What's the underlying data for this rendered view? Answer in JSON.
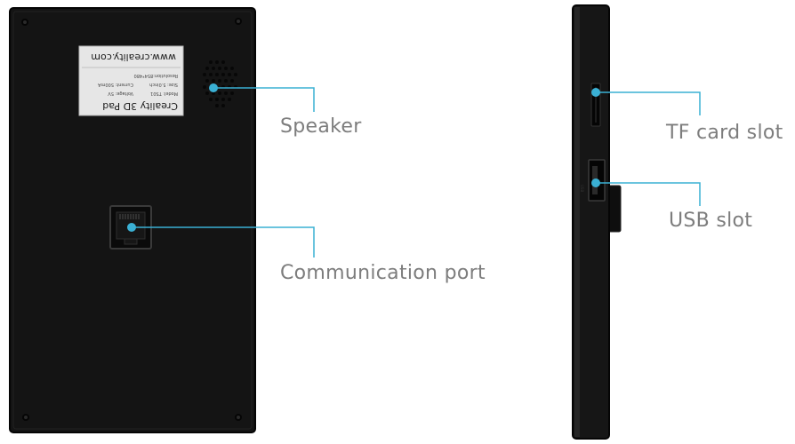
{
  "colors": {
    "device_body": "#141414",
    "device_edge": "#050505",
    "leader_line": "#3ab0d4",
    "label_text": "#7d7d7d",
    "sticker_bg": "#e6e6e6"
  },
  "sticker": {
    "title": "Creality 3D Pad",
    "line1": "Model: TS01",
    "line2": "Voltage: 5V",
    "line3": "Size: 5.0inch",
    "line4": "Current: 500mA",
    "line5": "Resolution:854*480",
    "url": "www.creality.com"
  },
  "callouts": {
    "speaker": "Speaker",
    "communication_port": "Communication port",
    "tf_card_slot": "TF card slot",
    "usb_slot": "USB slot"
  },
  "icons": {
    "screw": "screw-icon",
    "speaker_grille": "speaker-grille-icon",
    "rj_port": "rj-port-icon"
  }
}
